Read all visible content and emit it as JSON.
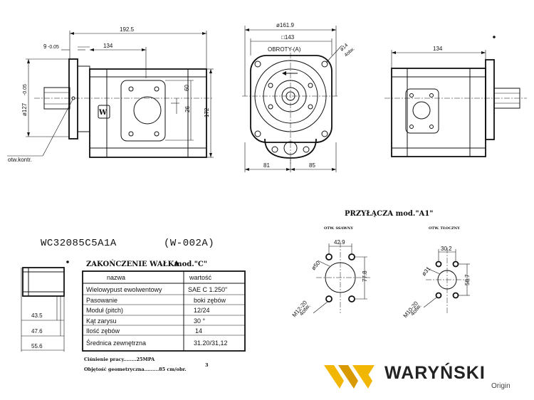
{
  "side_view": {
    "dim_overall": "192.5",
    "dim_body": "134",
    "dim_flange": "9",
    "dim_flange_tol": "-0.05",
    "dim_pilot": "ø127",
    "dim_pilot_tol": "-0.05",
    "dim_port_60": "60",
    "dim_port_26": "26",
    "dim_height": "172",
    "label_kontr": "otw.kontr.",
    "body_logo": "W"
  },
  "front_view": {
    "dim_dia": "ø161.9",
    "dim_square": "□143",
    "rotation": "OBROTY-(A)",
    "dim_holes": "ø14",
    "dim_holes_count": "4otw.",
    "dim_left": "81",
    "dim_right": "85"
  },
  "back_view": {
    "dim_body": "134"
  },
  "model_code": "WC32085C5A1A",
  "model_variant": "(W-002A)",
  "shaft_section": {
    "title": "ZAKOŃCZENIE WAŁKA",
    "mod": "mod.\"C\"",
    "dims": [
      "43.5",
      "47.6",
      "55.6"
    ]
  },
  "shaft_table": {
    "headers": [
      "nazwa",
      "wartość"
    ],
    "rows": [
      [
        "Wielowypust ewolwentowy",
        "SAE C  1.250\""
      ],
      [
        "Pasowanie",
        "boki zębów"
      ],
      [
        "Moduł (pitch)",
        "12/24"
      ],
      [
        "Kąt zarysu",
        "30 °"
      ],
      [
        "Ilość zębów",
        "14"
      ],
      [
        "Średnica zewnętrzna",
        "31.20/31,12"
      ]
    ]
  },
  "notes": {
    "pressure": "Ciśnienie pracy........25MPA",
    "volume": "Objętość geometryczna.........85 cm/obr.",
    "volume_sup": "3"
  },
  "connection": {
    "title": "PRZYŁĄCZA  mod.\"A1\"",
    "suction": {
      "label": "OTW. SSAWNY",
      "width": "42.9",
      "height": "77.8",
      "dia": "ø50",
      "thread": "M12-20",
      "count": "4otw."
    },
    "pressure_port": {
      "label": "OTW. TŁOCZNY",
      "width": "30.2",
      "height": "58.7",
      "dia": "ø31",
      "thread": "M10-20",
      "count": "4otw."
    }
  },
  "brand": {
    "name": "WARYŃSKI",
    "sub": "Origin",
    "color_primary": "#f2b705",
    "color_dark": "#d89a00"
  }
}
